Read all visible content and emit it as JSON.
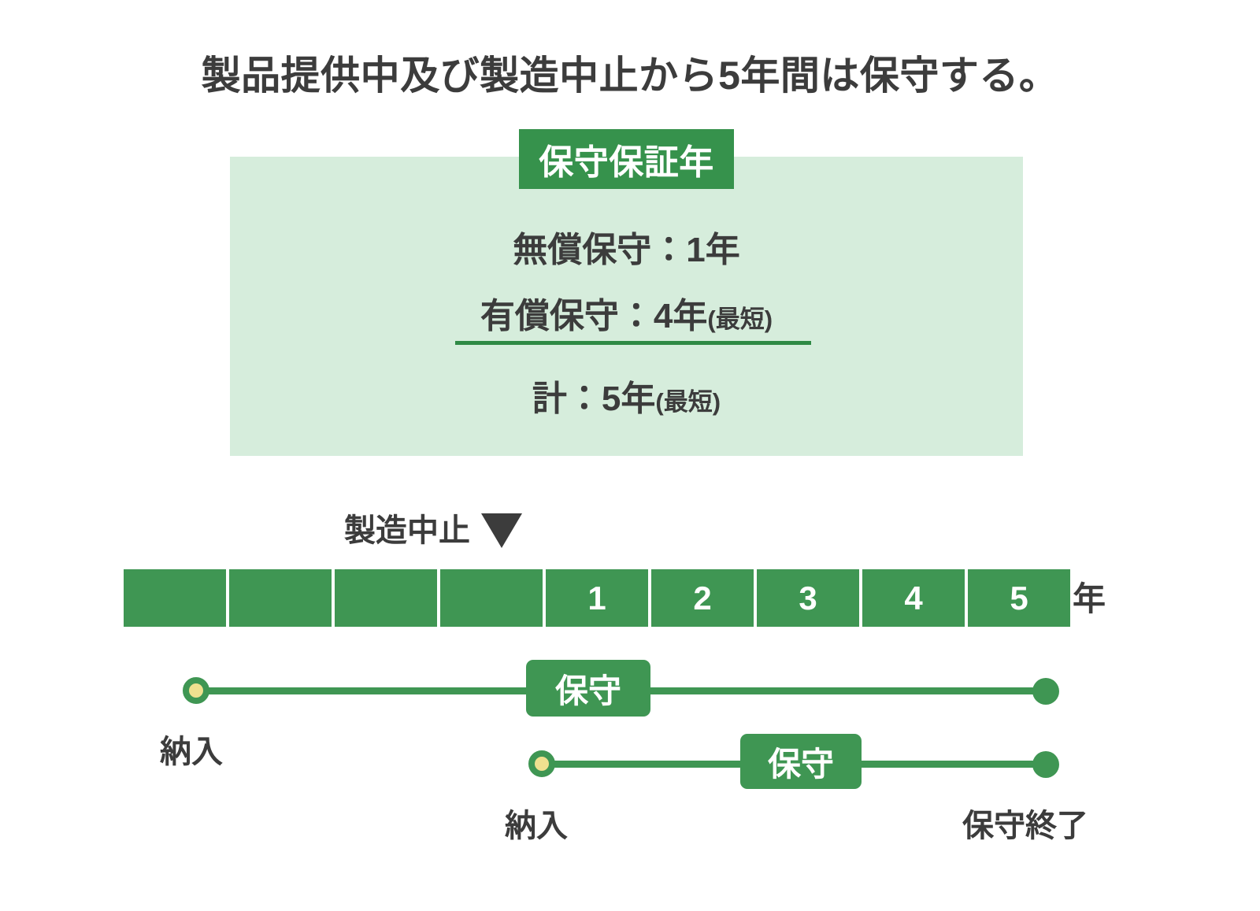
{
  "title": "製品提供中及び製造中止から5年間は保守する。",
  "panel": {
    "header": "保守保証年",
    "rows": [
      {
        "text": "無償保守：1年",
        "note": ""
      },
      {
        "text": "有償保守：4年",
        "note": "(最短)"
      },
      {
        "text": "計：5年",
        "note": "(最短)"
      }
    ]
  },
  "timeline": {
    "eol_label": "製造中止",
    "eol_marker_icon": "triangle-down-icon",
    "year_unit": "年",
    "segments": [
      {
        "label": ""
      },
      {
        "label": ""
      },
      {
        "label": ""
      },
      {
        "label": ""
      },
      {
        "label": "1"
      },
      {
        "label": "2"
      },
      {
        "label": "3"
      },
      {
        "label": "4"
      },
      {
        "label": "5"
      }
    ],
    "rows": [
      {
        "badge": "保守",
        "start_caption": "納入",
        "end_caption": "",
        "start_marker_icon": "circle-open-yellow-icon",
        "end_marker_icon": "circle-filled-green-icon"
      },
      {
        "badge": "保守",
        "start_caption": "納入",
        "end_caption": "保守終了",
        "start_marker_icon": "circle-open-yellow-icon",
        "end_marker_icon": "circle-filled-green-icon"
      }
    ]
  },
  "colors": {
    "green_dark": "#36924c",
    "green": "#3f9653",
    "green_light_panel": "#d6eddc",
    "green_divider": "#2f8a45",
    "yellow_marker": "#efe08f",
    "text_dark": "#3c3c3c",
    "background": "#ffffff"
  },
  "chart_data": {
    "type": "table",
    "title": "保守保証年",
    "categories": [
      "無償保守",
      "有償保守",
      "計"
    ],
    "values": [
      1,
      4,
      5
    ],
    "value_unit": "年",
    "notes": [
      "",
      "最短",
      "最短"
    ],
    "timeline_years": [
      1,
      2,
      3,
      4,
      5
    ],
    "timeline_total_segments": 9,
    "timeline_pre_eol_segments": 4,
    "xlabel": "年",
    "ylabel": ""
  }
}
